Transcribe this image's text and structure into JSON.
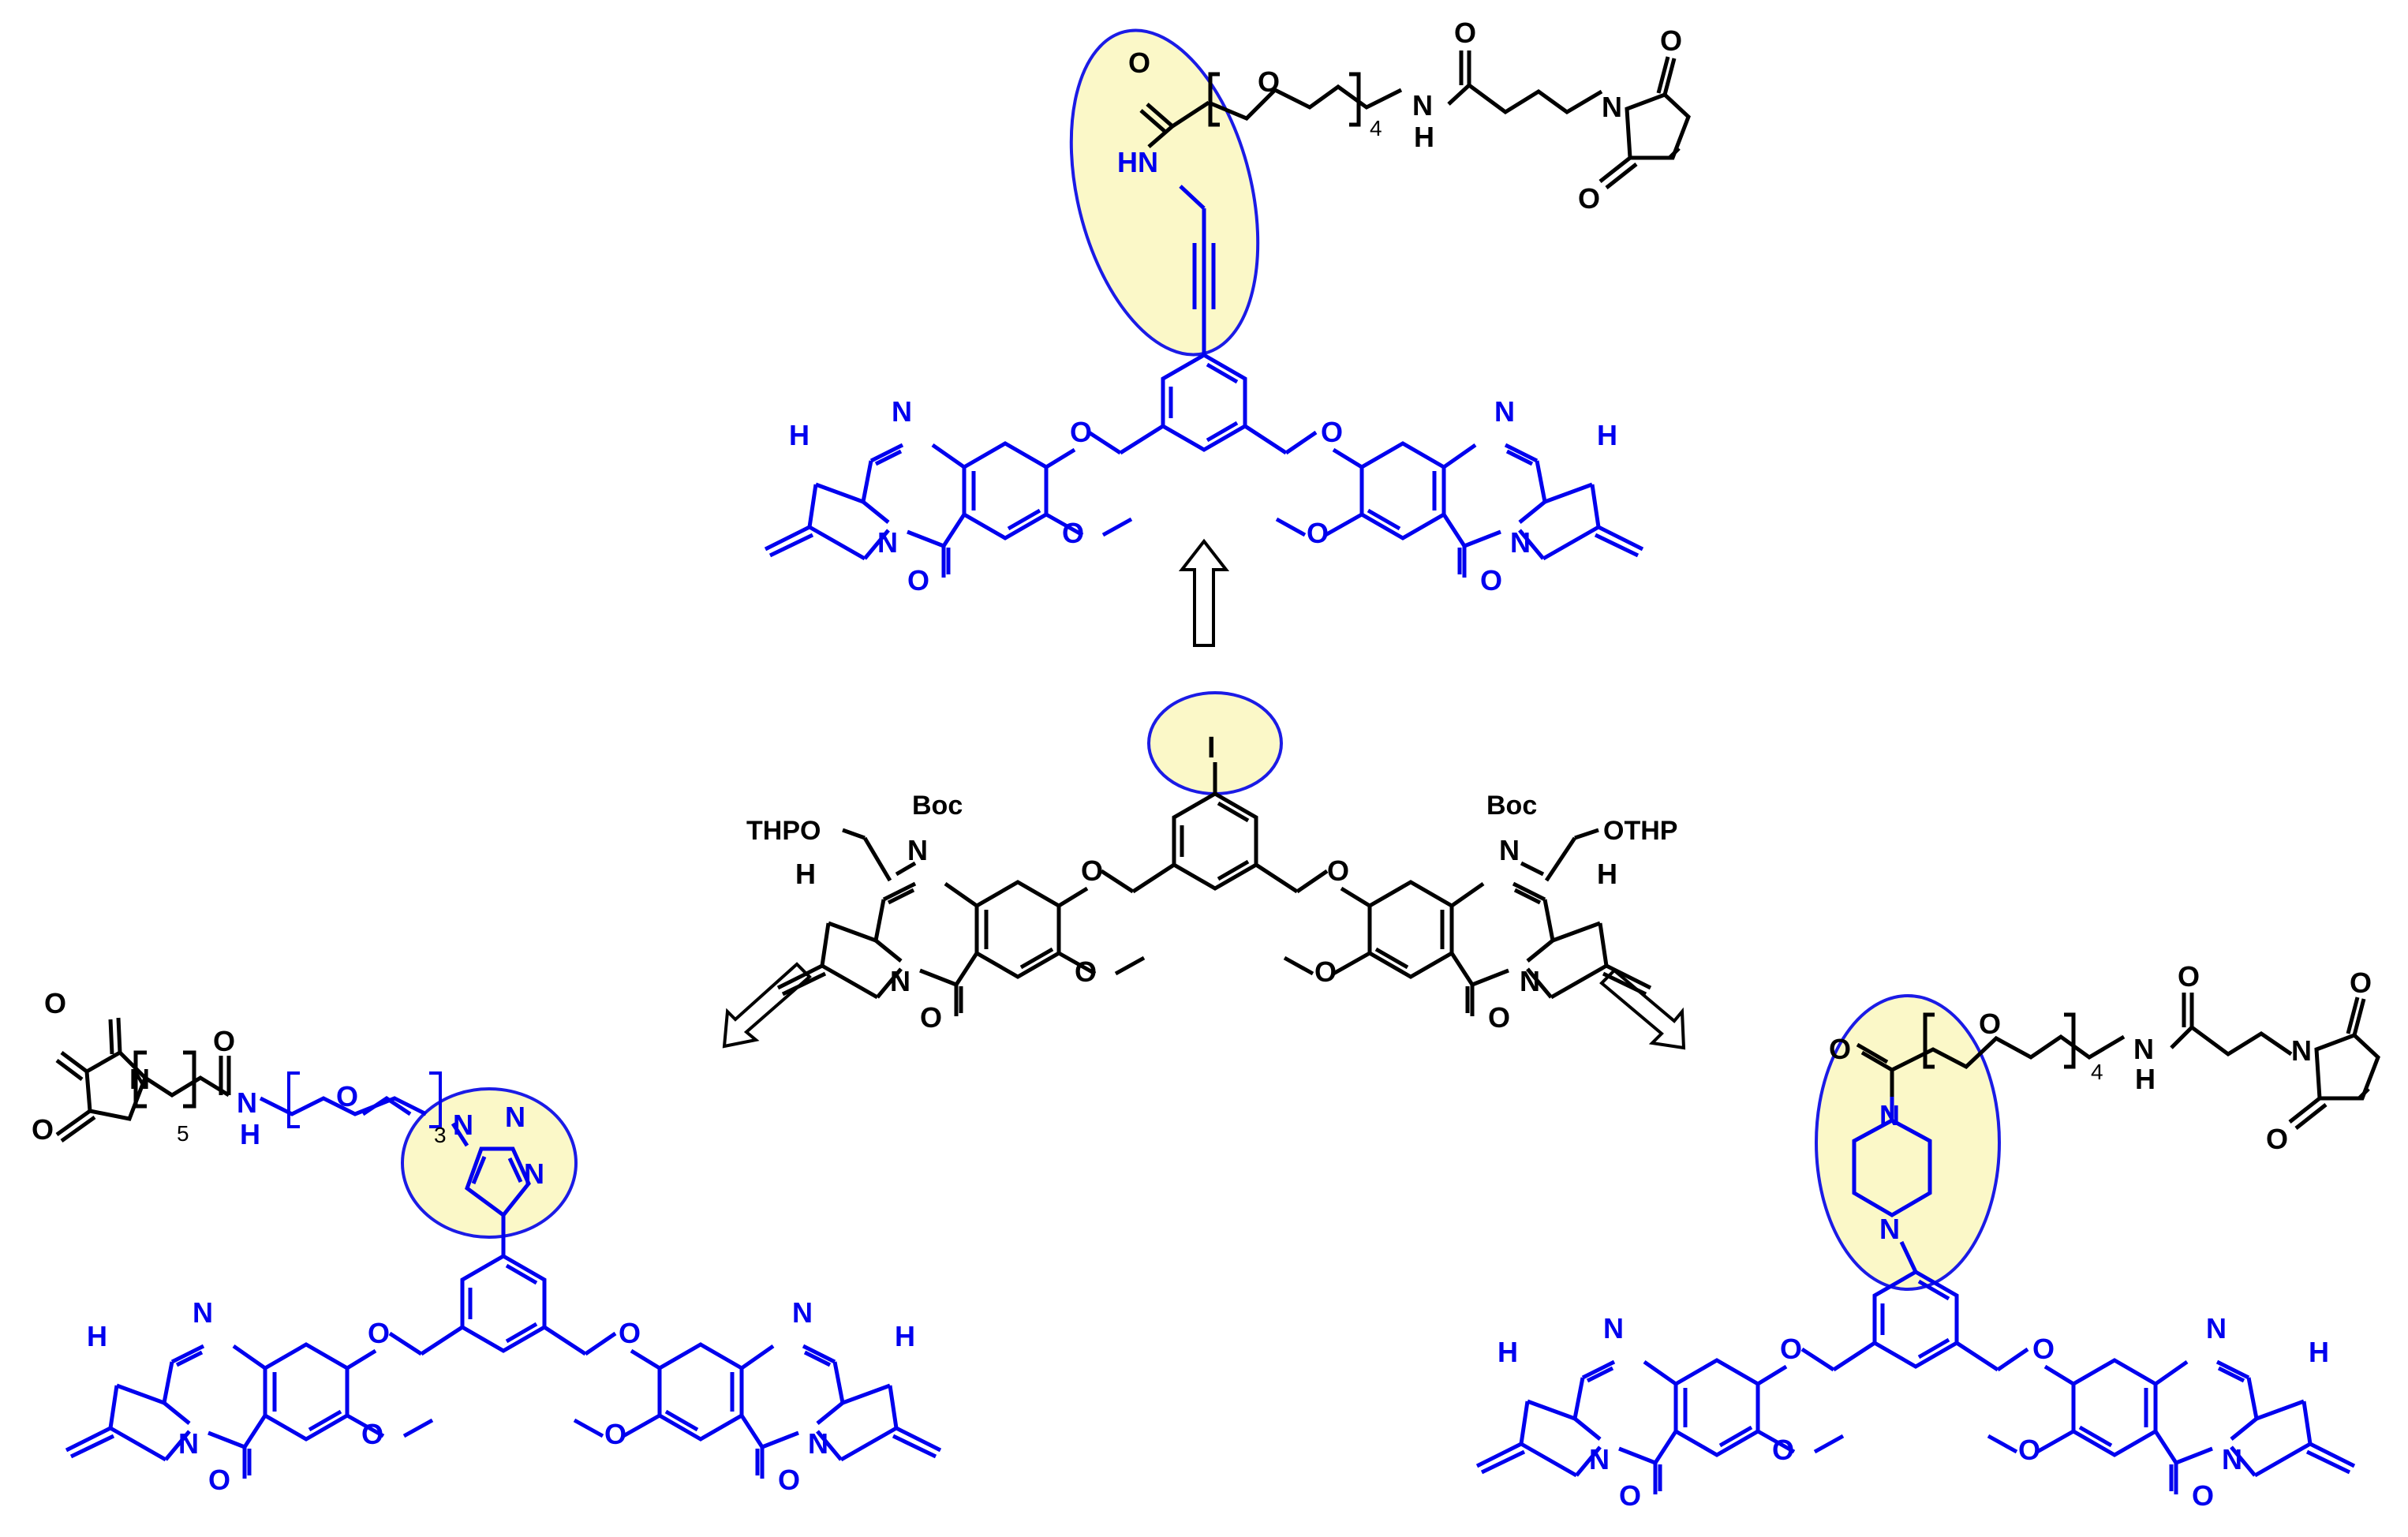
{
  "colors": {
    "blue": "#0000ee",
    "black": "#000000",
    "highlight": "#fbf8c8"
  },
  "central": {
    "left_protecting": "THPO",
    "right_protecting": "OTHP",
    "boc": "Boc",
    "nitrogen": "N",
    "hydrogen": "H",
    "oxygen": "O",
    "iodine": "I"
  },
  "top_product": {
    "amide_nh": "HN",
    "peg_repeat": "4",
    "linker_nh_n": "N",
    "linker_nh_h": "H",
    "maleimide_n": "N",
    "oxygen": "O",
    "imine_n": "N",
    "hydrogen": "H"
  },
  "left_product": {
    "alkyl_repeat": "5",
    "peg_repeat": "3",
    "amide_n": "N",
    "amide_h": "H",
    "triazole_n": "N",
    "oxygen": "O",
    "imine_n": "N",
    "hydrogen": "H"
  },
  "right_product": {
    "peg_repeat": "4",
    "linker_nh_n": "N",
    "linker_nh_h": "H",
    "piperazine_n": "N",
    "maleimide_n": "N",
    "oxygen": "O",
    "imine_n": "N",
    "hydrogen": "H"
  },
  "arrows": [
    "up",
    "down-left",
    "down-right"
  ]
}
